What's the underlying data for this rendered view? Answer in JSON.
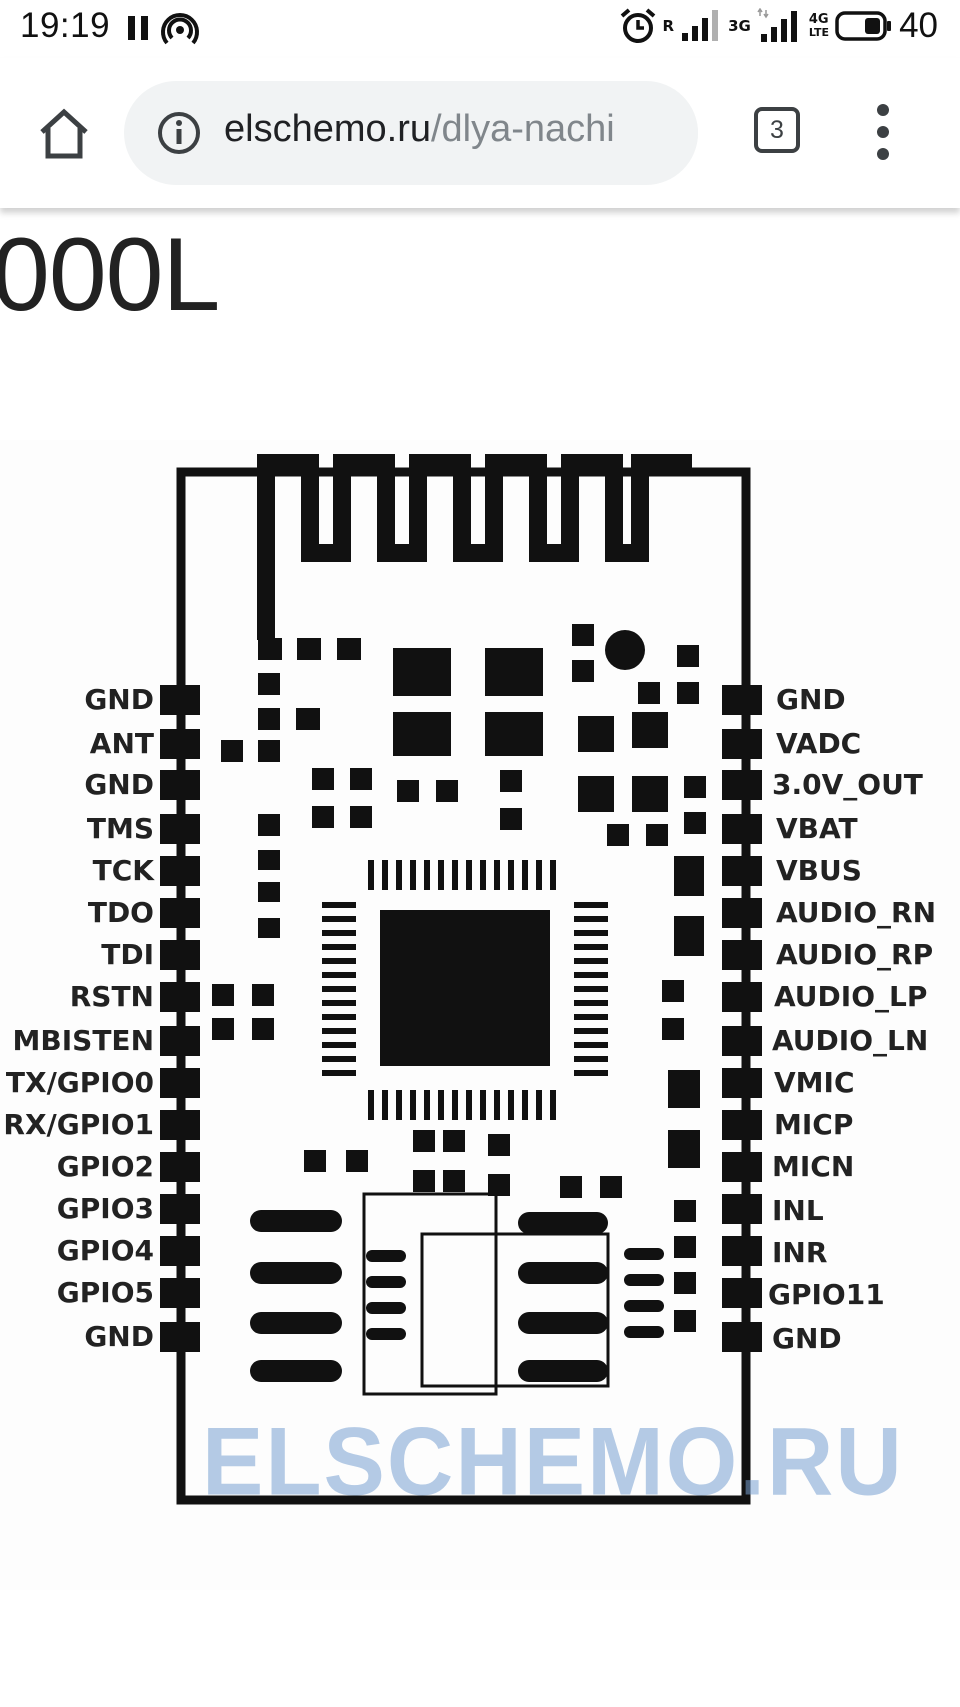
{
  "status_bar": {
    "time": "19:19",
    "roaming_label": "R",
    "network_3g": "3G",
    "network_4g_top": "4G",
    "network_4g_bottom": "LTE",
    "battery_percent": "40"
  },
  "toolbar": {
    "url_host": "elschemo.ru",
    "url_path": "/dlya-nachi",
    "tab_count": "3"
  },
  "page": {
    "heading": "000L",
    "watermark": "ELSCHEMO.RU",
    "left_pins": [
      "GND",
      "ANT",
      "GND",
      "TMS",
      "TCK",
      "TDO",
      "TDI",
      "RSTN",
      "MBISTEN",
      "TX/GPIO0",
      "RX/GPIO1",
      "GPIO2",
      "GPIO3",
      "GPIO4",
      "GPIO5",
      "GND"
    ],
    "right_pins": [
      "GND",
      "VADC",
      "3.0V_OUT",
      "VBAT",
      "VBUS",
      "AUDIO_RN",
      "AUDIO_RP",
      "AUDIO_LP",
      "AUDIO_LN",
      "VMIC",
      "MICP",
      "MICN",
      "INL",
      "INR",
      "GPIO11",
      "GND"
    ]
  },
  "icons": {
    "home": "home-icon",
    "info": "info-icon",
    "tabs": "tabs-icon",
    "menu": "more-vert-icon"
  }
}
